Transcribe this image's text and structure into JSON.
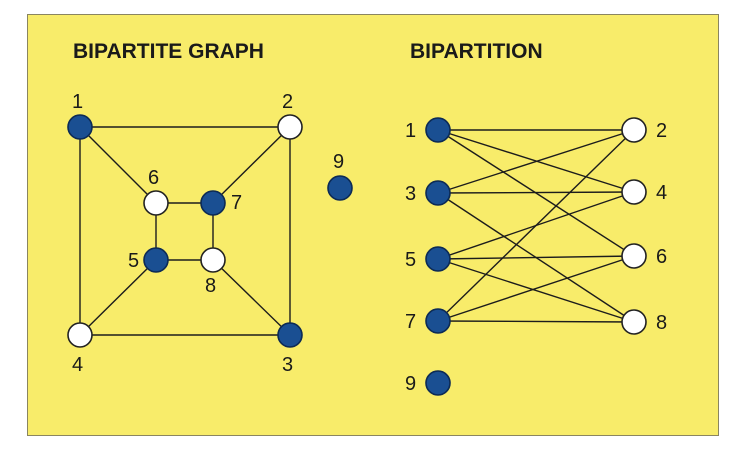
{
  "left_title": "BIPARTITE GRAPH",
  "right_title": "BIPARTITION",
  "colors": {
    "background": "#f8ec6a",
    "group_a": "#1a4f92",
    "group_b": "#ffffff",
    "edge": "#1c1c1c"
  },
  "graph": {
    "nodes": [
      {
        "id": "1",
        "label": "1",
        "group": "a"
      },
      {
        "id": "2",
        "label": "2",
        "group": "b"
      },
      {
        "id": "3",
        "label": "3",
        "group": "a"
      },
      {
        "id": "4",
        "label": "4",
        "group": "b"
      },
      {
        "id": "5",
        "label": "5",
        "group": "a"
      },
      {
        "id": "6",
        "label": "6",
        "group": "b"
      },
      {
        "id": "7",
        "label": "7",
        "group": "a"
      },
      {
        "id": "8",
        "label": "8",
        "group": "b"
      },
      {
        "id": "9",
        "label": "9",
        "group": "a"
      }
    ],
    "edges": [
      [
        "1",
        "2"
      ],
      [
        "2",
        "3"
      ],
      [
        "3",
        "4"
      ],
      [
        "4",
        "1"
      ],
      [
        "1",
        "6"
      ],
      [
        "2",
        "7"
      ],
      [
        "3",
        "8"
      ],
      [
        "4",
        "5"
      ],
      [
        "5",
        "6"
      ],
      [
        "6",
        "7"
      ],
      [
        "7",
        "8"
      ],
      [
        "8",
        "5"
      ]
    ]
  },
  "bipartition": {
    "left_set": [
      "1",
      "3",
      "5",
      "7",
      "9"
    ],
    "right_set": [
      "2",
      "4",
      "6",
      "8"
    ]
  }
}
